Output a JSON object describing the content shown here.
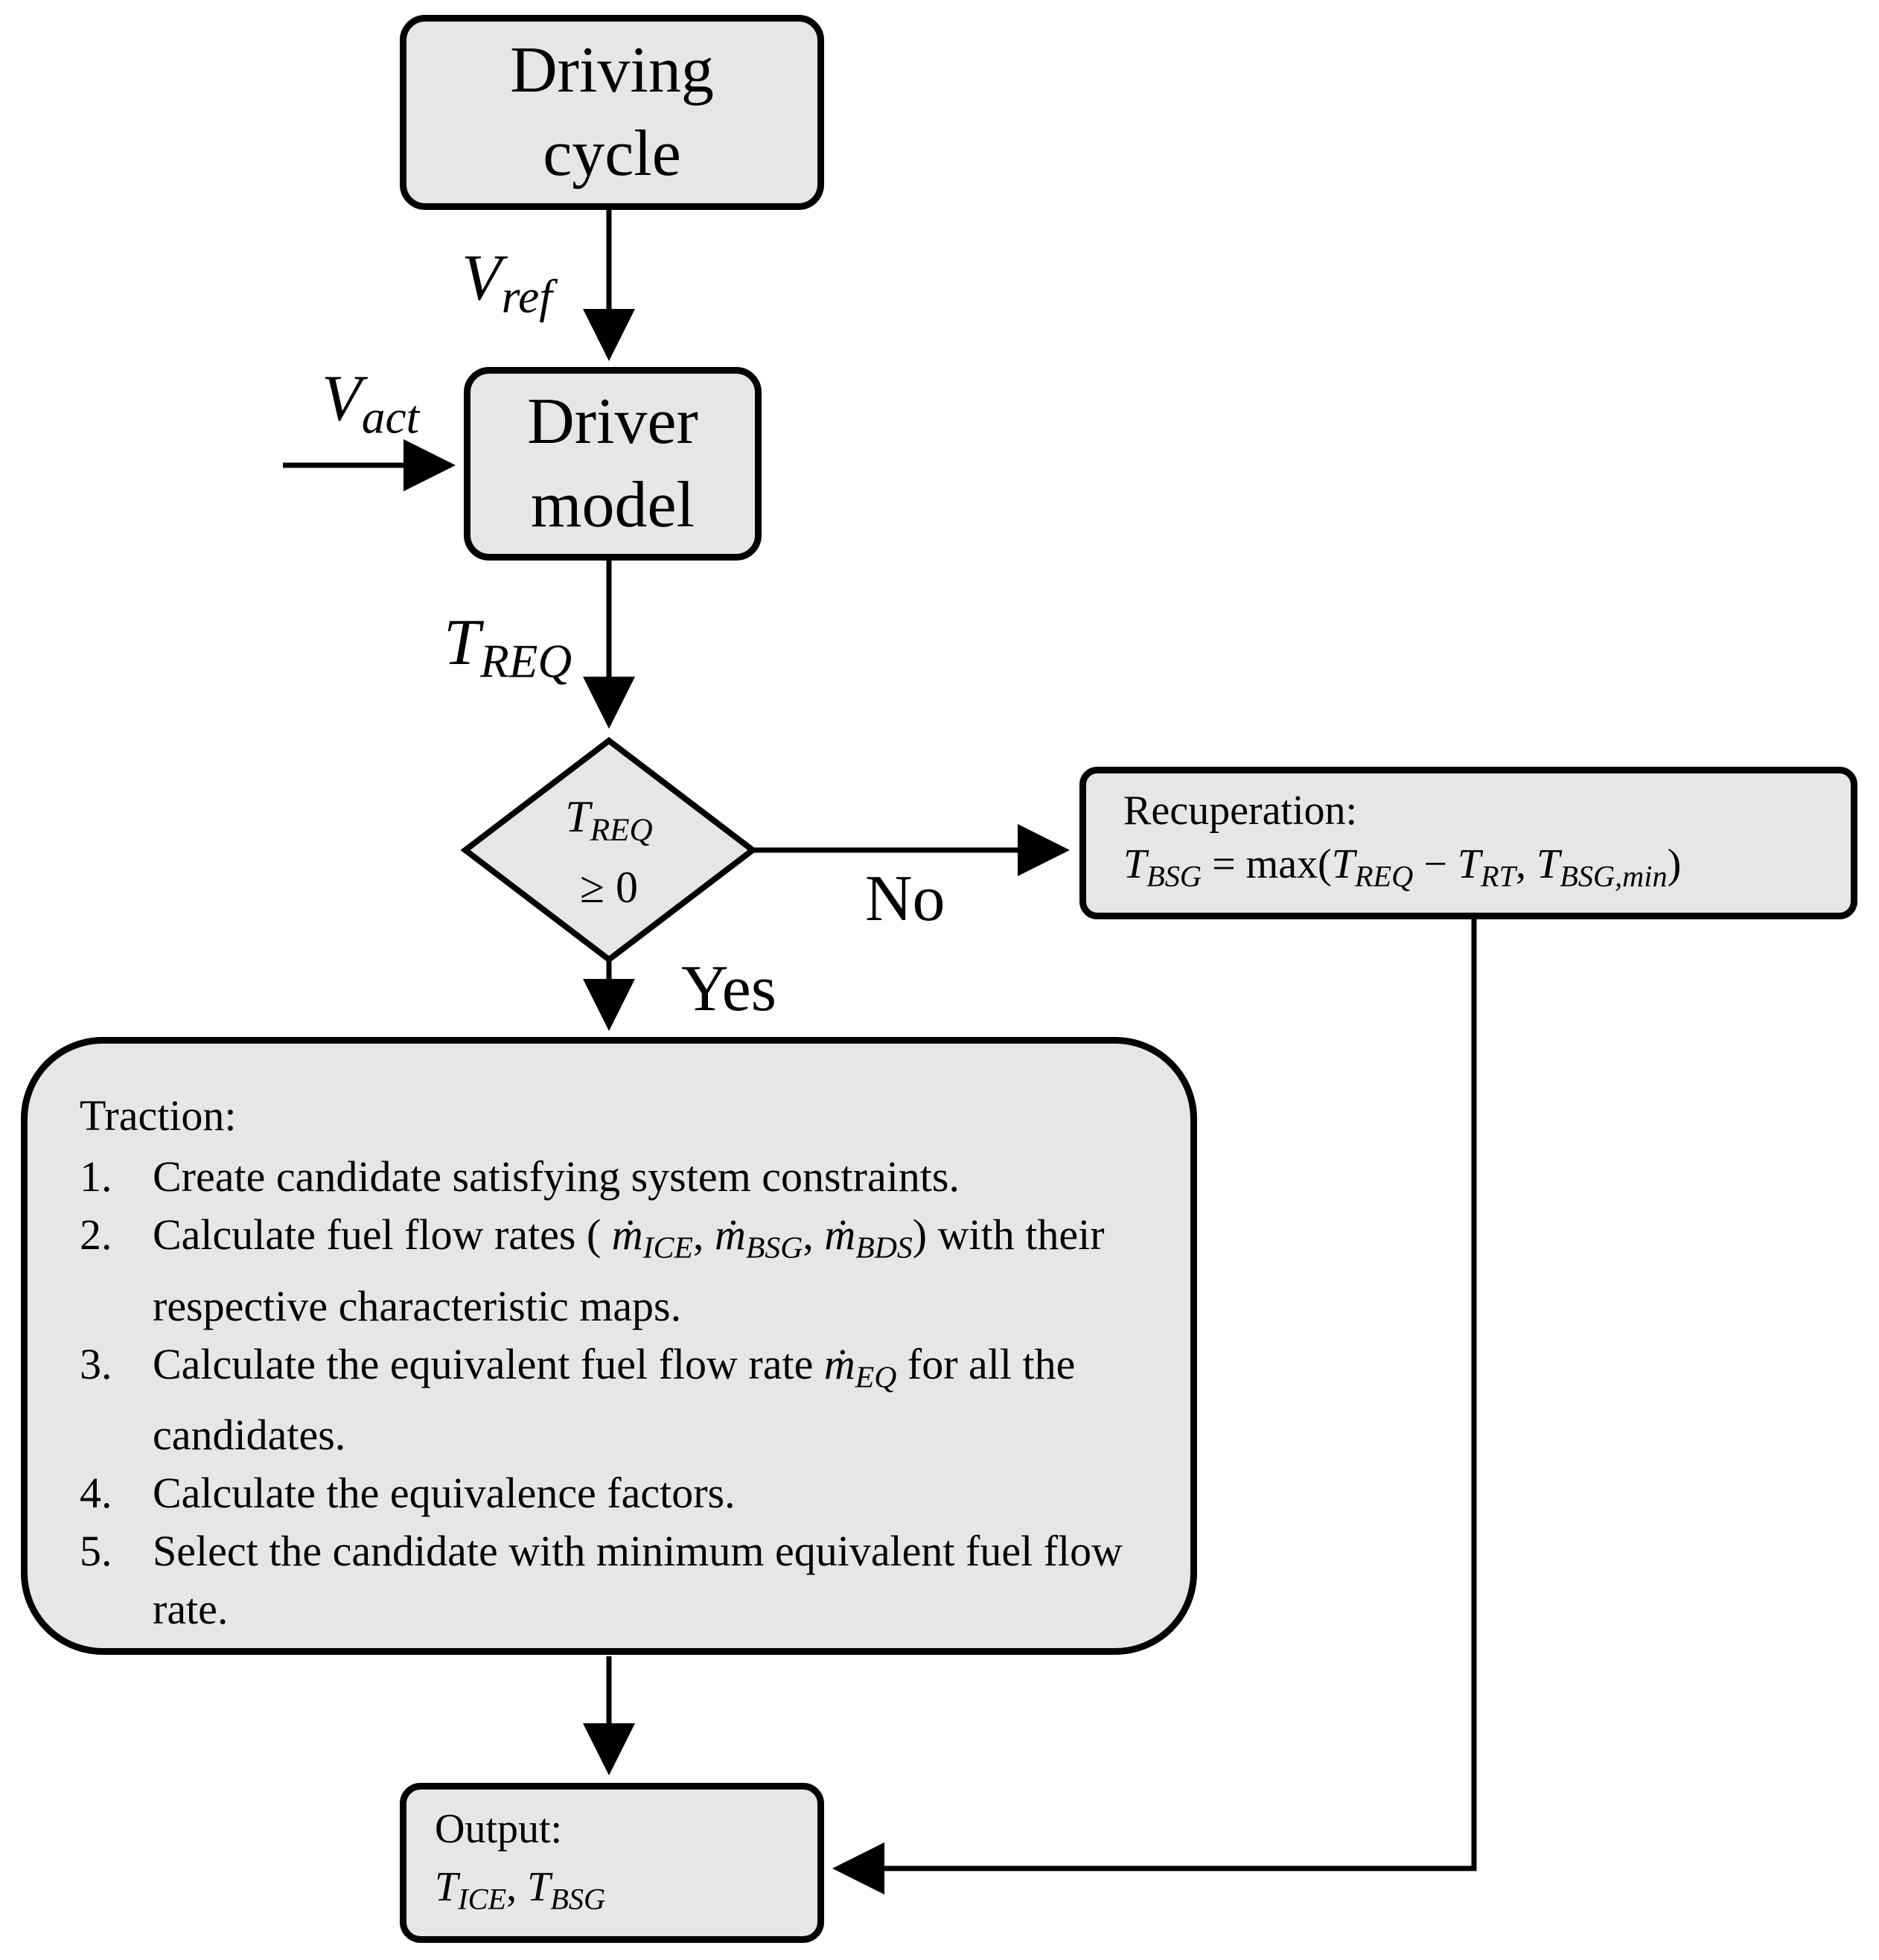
{
  "driving_cycle": {
    "line1": "Driving",
    "line2": "cycle"
  },
  "driver_model": {
    "line1": "Driver",
    "line2": "model"
  },
  "v_ref": {
    "base": "V",
    "sub": "ref"
  },
  "v_act": {
    "base": "V",
    "sub": "act"
  },
  "t_req": {
    "base": "T",
    "sub": "REQ"
  },
  "decision": {
    "base": "T",
    "sub": "REQ",
    "cond": "≥ 0"
  },
  "yes_label": "Yes",
  "no_label": "No",
  "recuperation": {
    "title": "Recuperation:",
    "lhs_base": "T",
    "lhs_sub": "BSG",
    "eq_func": " = max(",
    "a_base": "T",
    "a_sub": "REQ",
    "minus": " − ",
    "b_base": "T",
    "b_sub": "RT",
    "comma": ", ",
    "c_base": "T",
    "c_sub": "BSG,min",
    "close": ")"
  },
  "traction": {
    "title": "Traction:",
    "steps": [
      {
        "num": "1.",
        "text": "Create candidate satisfying system constraints."
      },
      {
        "num": "2.",
        "pre": "Calculate fuel flow rates ( ",
        "m1": "ṁ",
        "s1": "ICE",
        "m2": "ṁ",
        "s2": "BSG",
        "m3": "ṁ",
        "s3": "BDS",
        "post": ") with their respective characteristic maps."
      },
      {
        "num": "3.",
        "pre": "Calculate the equivalent fuel flow rate ",
        "m": "ṁ",
        "s": "EQ",
        "post": " for all the candidates."
      },
      {
        "num": "4.",
        "text": "Calculate the equivalence factors."
      },
      {
        "num": "5.",
        "text": "Select the candidate with minimum equivalent fuel flow rate."
      }
    ]
  },
  "output": {
    "title": "Output:",
    "a_base": "T",
    "a_sub": "ICE",
    "sep": ", ",
    "b_base": "T",
    "b_sub": "BSG"
  }
}
